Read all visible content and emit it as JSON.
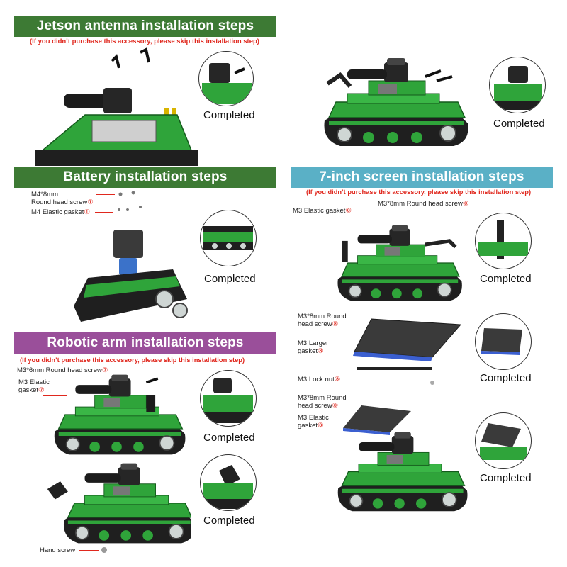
{
  "colors": {
    "green_banner": "#3d7a34",
    "purple_banner": "#9a4f9a",
    "blue_banner": "#5ab0c6",
    "note_red": "#e0281e",
    "robot_green": "#2fa43a",
    "robot_dark": "#1f1f1f"
  },
  "jetson": {
    "title": "Jetson antenna installation steps",
    "note": "(If you didn’t purchase this accessory, please skip this installation step)",
    "completed_1": "Completed",
    "completed_2": "Completed"
  },
  "battery": {
    "title": "Battery installation steps",
    "screw_label_line1": "M4*8mm",
    "screw_label_line2": "Round head screw",
    "screw_num": "①",
    "gasket_label": "M4 Elastic gasket",
    "gasket_num": "①",
    "completed": "Completed"
  },
  "arm": {
    "title": "Robotic arm installation steps",
    "note": "(If you didn’t purchase this accessory, please skip this installation step)",
    "screw_label": "M3*6mm Round head screw",
    "screw_num": "⑦",
    "gasket_label_line1": "M3 Elastic",
    "gasket_label_line2": "gasket",
    "gasket_num": "⑦",
    "hand_screw": "Hand screw",
    "completed_1": "Completed",
    "completed_2": "Completed"
  },
  "screen": {
    "title": "7-inch screen installation steps",
    "note": "(If you didn’t purchase this accessory, please skip this installation step)",
    "top_screw_label": "M3*8mm Round head screw",
    "top_screw_num": "⑧",
    "top_gasket_label": "M3 Elastic gasket",
    "top_gasket_num": "⑧",
    "mid_screw_line1": "M3*8mm Round",
    "mid_screw_line2": "head screw",
    "mid_screw_num": "⑧",
    "mid_gasket_line1": "M3 Larger",
    "mid_gasket_line2": "gasket",
    "mid_gasket_num": "⑧",
    "lock_nut": "M3 Lock nut",
    "lock_nut_num": "⑧",
    "bot_screw_line1": "M3*8mm Round",
    "bot_screw_line2": "head screw",
    "bot_screw_num": "⑧",
    "bot_gasket_line1": "M3 Elastic",
    "bot_gasket_line2": "gasket",
    "bot_gasket_num": "⑧",
    "completed_1": "Completed",
    "completed_2": "Completed",
    "completed_3": "Completed"
  }
}
